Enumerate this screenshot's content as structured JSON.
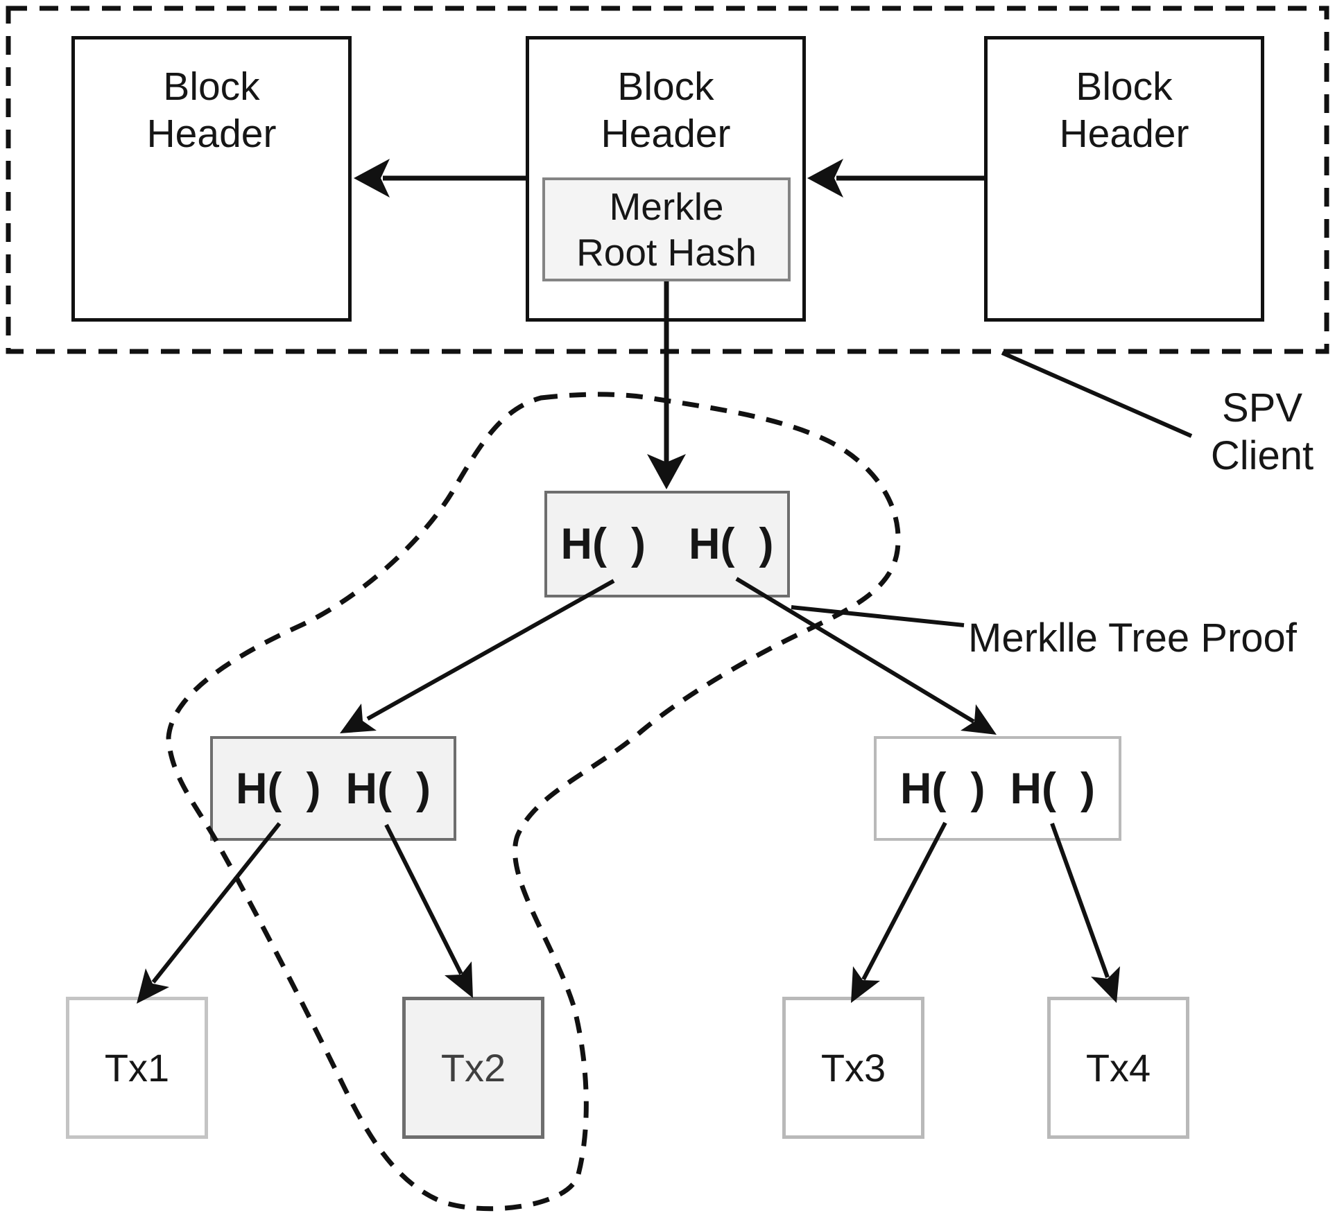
{
  "diagram": {
    "spv_region": {
      "headers": [
        {
          "title": "Block\nHeader"
        },
        {
          "title": "Block\nHeader",
          "merkle_root": "Merkle\nRoot Hash"
        },
        {
          "title": "Block\nHeader"
        }
      ],
      "label": "SPV\nClient"
    },
    "merkle_proof_label": "Merklle Tree Proof",
    "tree": {
      "root": {
        "left": "H(  )",
        "right": "H(  )"
      },
      "internal_left": {
        "left": "H(  )",
        "right": "H(  )"
      },
      "internal_right": {
        "left": "H(  )",
        "right": "H(  )"
      }
    },
    "transactions": [
      {
        "label": "Tx1"
      },
      {
        "label": "Tx2"
      },
      {
        "label": "Tx3"
      },
      {
        "label": "Tx4"
      }
    ],
    "colors": {
      "ink": "#111111",
      "highlight_fill": "#f2f2f2",
      "highlight_border": "#6e6e6e",
      "light_border": "#b9b9b9",
      "merkle_root_border": "#848484"
    }
  }
}
